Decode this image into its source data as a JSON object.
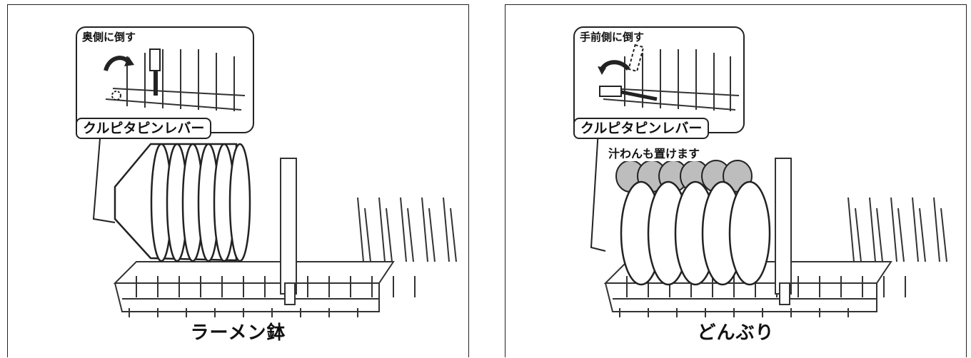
{
  "panels": [
    {
      "inset_label": "奥側に倒す",
      "lever_label": "クルピタピンレバー",
      "caption": "ラーメン鉢"
    },
    {
      "inset_label": "手前側に倒す",
      "lever_label": "クルピタピンレバー",
      "note": "汁わんも置けます",
      "caption": "どんぶり"
    }
  ]
}
